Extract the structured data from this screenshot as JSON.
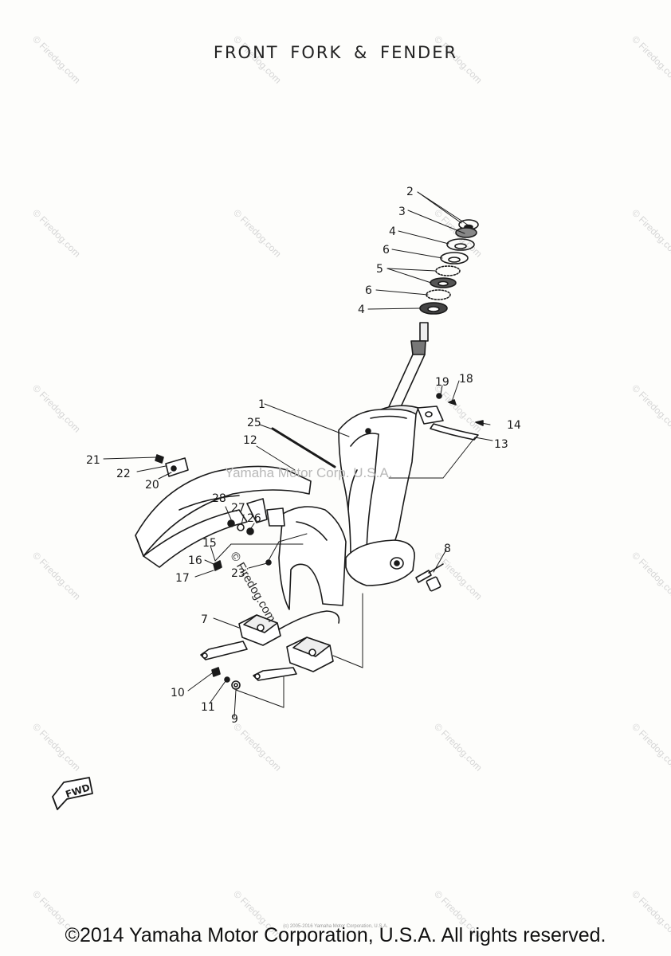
{
  "title": "FRONT FORK & FENDER",
  "watermark": "Yamaha Motor Corp. U.S.A.",
  "firedog_text": "© Firedog.com",
  "fwd_label": "FWD",
  "copyright_tiny": "(c) 2005-2016 Yamaha Motor Corporation, U.S.A.",
  "footer": "©2014 Yamaha Motor Corporation, U.S.A. All rights reserved.",
  "callouts": [
    "2",
    "3",
    "4",
    "6",
    "5",
    "6",
    "4",
    "19",
    "18",
    "14",
    "13",
    "1",
    "25",
    "12",
    "21",
    "22",
    "20",
    "28",
    "27",
    "26",
    "15",
    "16",
    "17",
    "23",
    "8",
    "7",
    "10",
    "11",
    "9"
  ]
}
